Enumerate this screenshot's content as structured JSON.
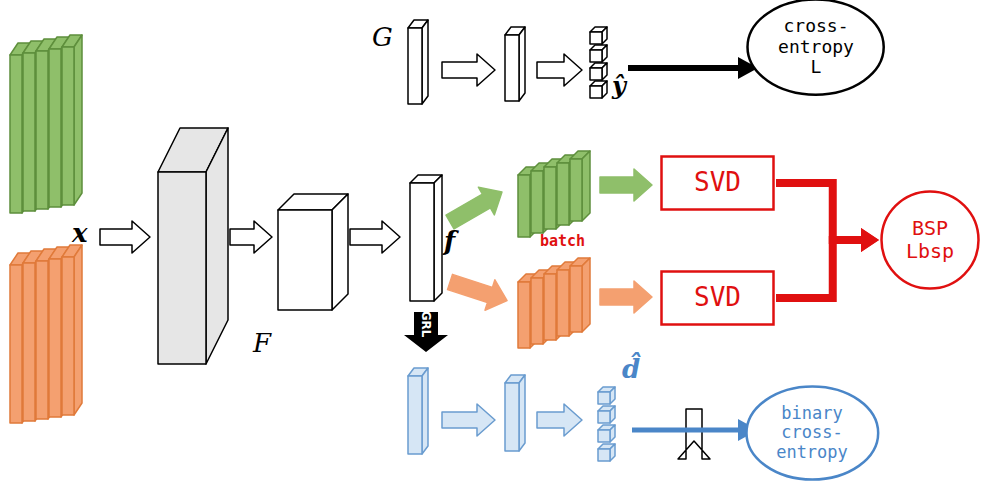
{
  "diagram": {
    "nodes": [
      {
        "text": [
          "cross- entropy",
          "L"
        ]
      },
      {
        "text": [
          "SVD"
        ]
      },
      {
        "text": [
          "BSP",
          "Lbsp"
        ]
      },
      {
        "text": [
          "SVD"
        ]
      },
      {
        "text": [
          "binary cross- entropy"
        ]
      }
    ],
    "edges": [
      {
        "from": 1,
        "to": 2,
        "arrow": "to"
      },
      {
        "from": 3,
        "to": 2,
        "arrow": "to"
      }
    ],
    "labels": [
      "x",
      "F",
      "G",
      "f",
      "ŷ",
      "d̂",
      "batch",
      "GRL"
    ]
  }
}
